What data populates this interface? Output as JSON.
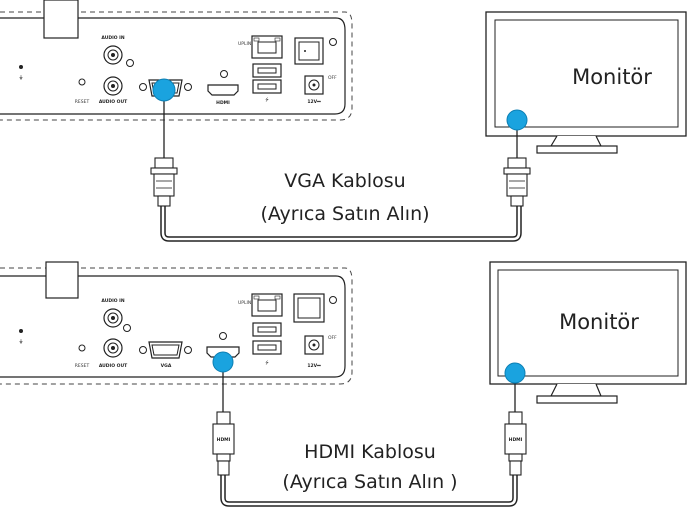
{
  "colors": {
    "connector_dot": "#1aa3df",
    "line": "#222222",
    "cable": "#888888"
  },
  "top": {
    "device": {
      "audio_in": "AUDIO IN",
      "audio_out": "AUDIO OUT",
      "reset": "RESET",
      "hdmi": "HDMI",
      "uplink": "UPLINK",
      "usb": "⭍",
      "off": "OFF",
      "power": "12V⎓"
    },
    "monitor_label": "Monitör",
    "cable_label_line1": "VGA Kablosu",
    "cable_label_line2": "(Ayrıca Satın Alın)"
  },
  "bottom": {
    "device": {
      "audio_in": "AUDIO IN",
      "audio_out": "AUDIO OUT",
      "reset": "RESET",
      "vga": "VGA",
      "uplink": "UPLINK",
      "usb": "⭍",
      "off": "OFF",
      "power": "12V⎓"
    },
    "monitor_label": "Monitör",
    "connector_text": "HDMI",
    "cable_label_line1": "HDMI Kablosu",
    "cable_label_line2": "(Ayrıca Satın Alın )"
  }
}
